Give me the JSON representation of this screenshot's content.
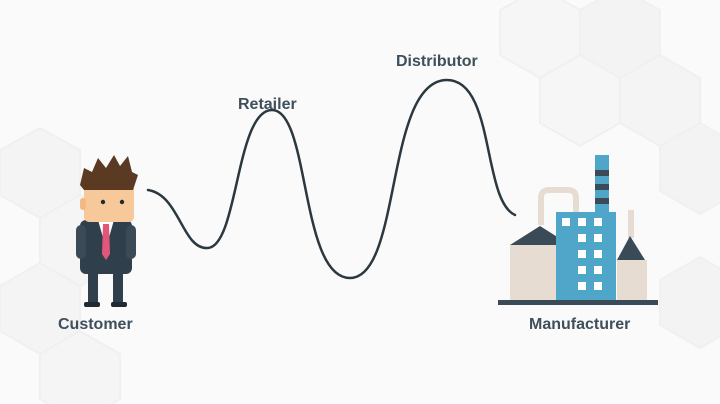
{
  "labels": {
    "retailer": "Retailer",
    "distributor": "Distributor",
    "customer": "Customer",
    "manufacturer": "Manufacturer"
  },
  "colors": {
    "background": "#fafafa",
    "hexagon_pattern": "#f0f0f0",
    "label_text": "#3f4f5b",
    "curve": "#2b3840",
    "suit": "#2f3f4c",
    "tie": "#e0577a",
    "skin": "#f7c99a",
    "hair": "#5a3a22",
    "factory_blue": "#4fa6c8",
    "factory_beige": "#e7dcd2",
    "factory_dark": "#3a4b57"
  },
  "icons": {
    "customer": "businessman-icon",
    "manufacturer": "factory-icon"
  }
}
